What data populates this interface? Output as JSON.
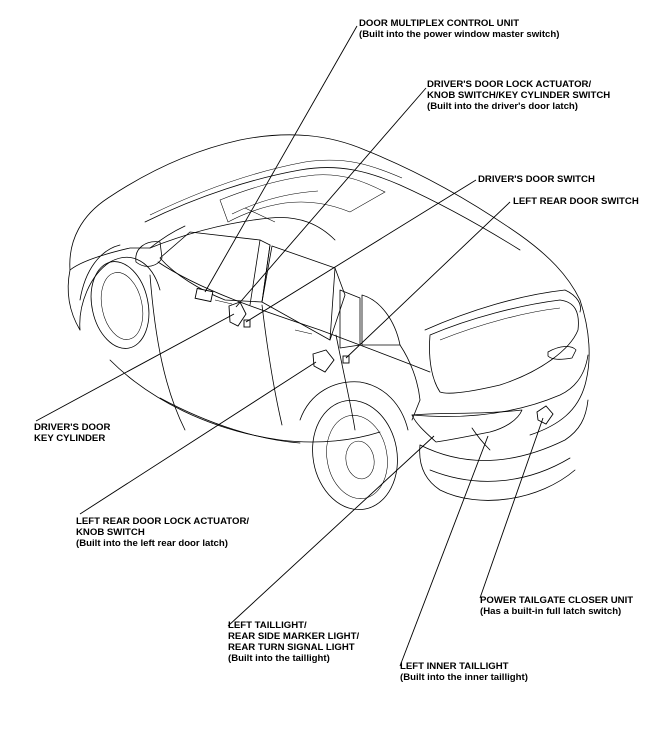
{
  "labels": {
    "door_multiplex": {
      "line1": "DOOR MULTIPLEX CONTROL UNIT",
      "line2": "(Built into the power window master switch)"
    },
    "drivers_door_lock": {
      "line1": "DRIVER'S DOOR LOCK ACTUATOR/",
      "line2": "KNOB SWITCH/KEY CYLINDER SWITCH",
      "line3": "(Built into the driver's door latch)"
    },
    "drivers_door_switch": {
      "line1": "DRIVER'S DOOR SWITCH"
    },
    "left_rear_door_switch": {
      "line1": "LEFT REAR DOOR SWITCH"
    },
    "drivers_key_cylinder": {
      "line1": "DRIVER'S DOOR",
      "line2": "KEY CYLINDER"
    },
    "left_rear_lock_actuator": {
      "line1": "LEFT REAR DOOR LOCK ACTUATOR/",
      "line2": "KNOB SWITCH",
      "line3": "(Built into the left rear door latch)"
    },
    "left_taillight": {
      "line1": "LEFT TAILLIGHT/",
      "line2": "REAR SIDE MARKER LIGHT/",
      "line3": "REAR TURN SIGNAL LIGHT",
      "line4": "(Built into the taillight)"
    },
    "left_inner_taillight": {
      "line1": "LEFT INNER TAILLIGHT",
      "line2": "(Built into the inner taillight)"
    },
    "tailgate_closer": {
      "line1": "POWER TAILGATE CLOSER UNIT",
      "line2": "(Has a built-in full latch switch)"
    }
  }
}
